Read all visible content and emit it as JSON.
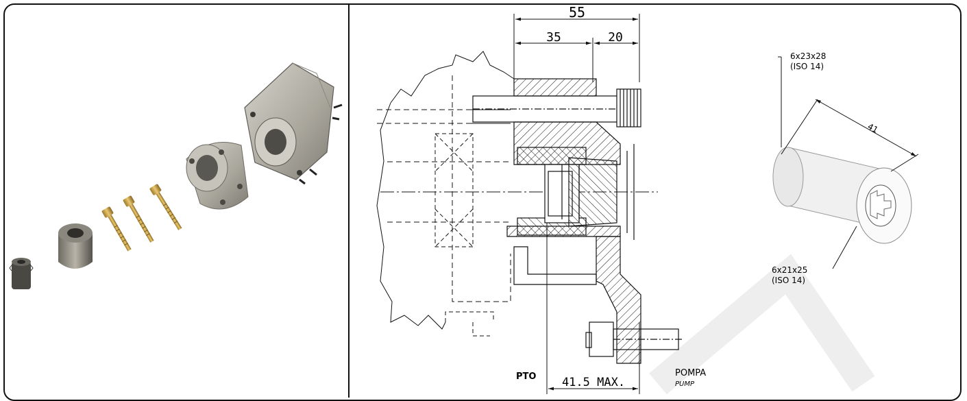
{
  "dimensions": {
    "overall": "55",
    "left": "35",
    "right": "20",
    "bottom": "41.5 MAX."
  },
  "labels": {
    "pto": "PTO",
    "pump": "POMPA",
    "pump_translation": "PUMP"
  },
  "coupling": {
    "spline_top": "6x23x28",
    "spline_top_std": "(ISO 14)",
    "length": "41",
    "spline_bottom": "6x21x25",
    "spline_bottom_std": "(ISO 14)"
  },
  "colors": {
    "brass": "#c9a24a",
    "steel": "#9a9890",
    "aluminium": "#b9b7ae",
    "line": "#111111"
  }
}
